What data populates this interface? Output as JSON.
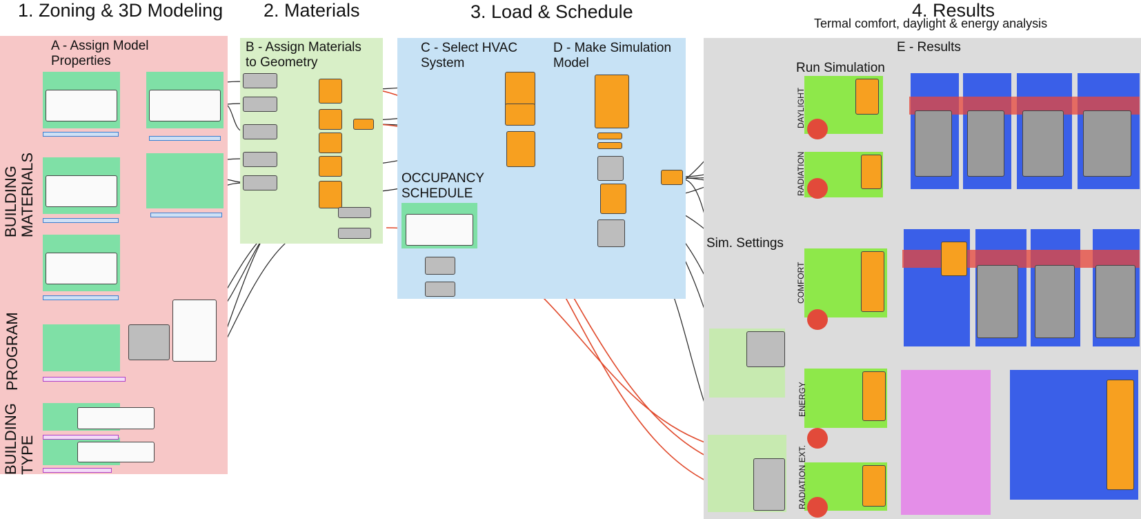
{
  "headings": {
    "step1": "1. Zoning & 3D Modeling",
    "step2": "2. Materials",
    "step3": "3. Load & Schedule",
    "step4": "4. Results",
    "step4_sub": "Termal comfort, daylight & energy analysis"
  },
  "panels": {
    "a": "A - Assign Model\nProperties",
    "b": "B - Assign Materials\nto Geometry",
    "c": "C - Select HVAC\nSystem",
    "d": "D - Make Simulation\nModel",
    "e": "E - Results",
    "occupancy": "OCCUPANCY\nSCHEDULE",
    "run_sim": "Run Simulation",
    "sim_settings": "Sim. Settings"
  },
  "side_labels": {
    "building_materials": "BUILDING\nMATERIALS",
    "program": "PROGRAM",
    "building_type": "BUILDING\nTYPE"
  },
  "analysis_labels": {
    "daylight": "DAYLIGHT",
    "radiation": "RADIATION",
    "comfort": "COMFORT",
    "energy": "ENERGY",
    "radiation_ext": "RADIATION EXT."
  },
  "colors": {
    "panel_a": "#f7c7c7",
    "panel_b": "#d8efc7",
    "panel_c": "#c7e2f5",
    "panel_e": "#dcdcdc",
    "node_orange": "#f7a020",
    "zone_green": "#8ee84a",
    "zone_blue": "#3a5fe8",
    "zone_pink": "#e48ee8",
    "highlight_red": "#e8453a",
    "wire_red": "#e0482a"
  }
}
